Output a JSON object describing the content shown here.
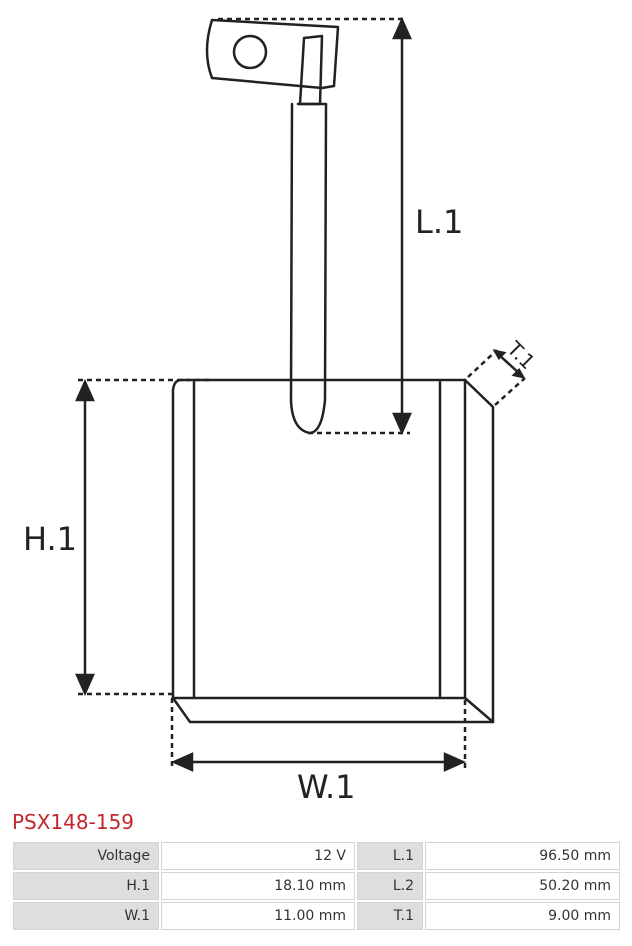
{
  "diagram": {
    "labels": {
      "l1": "L.1",
      "h1": "H.1",
      "w1": "W.1",
      "t1": "T.1"
    }
  },
  "product": {
    "code": "PSX148-159"
  },
  "specs": {
    "rows": [
      {
        "label_a": "Voltage",
        "value_a": "12 V",
        "label_b": "L.1",
        "value_b": "96.50 mm"
      },
      {
        "label_a": "H.1",
        "value_a": "18.10 mm",
        "label_b": "L.2",
        "value_b": "50.20 mm"
      },
      {
        "label_a": "W.1",
        "value_a": "11.00 mm",
        "label_b": "T.1",
        "value_b": "9.00 mm"
      }
    ]
  },
  "colors": {
    "title": "#c0272d",
    "label_cell": "#dedede",
    "border": "#d4d4d4"
  }
}
